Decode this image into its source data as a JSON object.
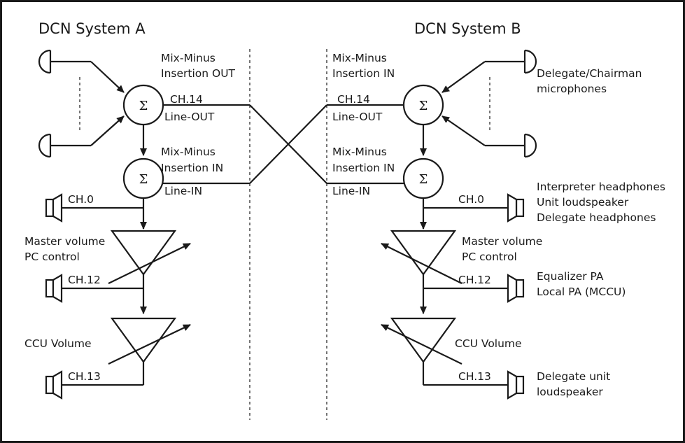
{
  "system_a": {
    "title": "DCN System A",
    "mixminus_out": [
      "Mix-Minus",
      "Insertion OUT"
    ],
    "ch14": "CH.14",
    "line_out": "Line-OUT",
    "mixminus_in": [
      "Mix-Minus",
      "Insertion IN"
    ],
    "line_in": "Line-IN",
    "ch0": "CH.0",
    "master_volume": [
      "Master volume",
      "PC control"
    ],
    "ch12": "CH.12",
    "ccu_volume": "CCU Volume",
    "ch13": "CH.13"
  },
  "system_b": {
    "title": "DCN System B",
    "mixminus_in_top": [
      "Mix-Minus",
      "Insertion IN"
    ],
    "ch14": "CH.14",
    "line_out": "Line-OUT",
    "mixminus_in": [
      "Mix-Minus",
      "Insertion IN"
    ],
    "line_in": "Line-IN",
    "ch0": "CH.0",
    "master_volume": [
      "Master volume",
      "PC control"
    ],
    "ch12": "CH.12",
    "ccu_volume": "CCU Volume",
    "ch13": "CH.13",
    "mic_desc": [
      "Delegate/Chairman",
      "microphones"
    ],
    "ch0_desc": [
      "Interpreter headphones",
      "Unit loudspeaker",
      "Delegate headphones"
    ],
    "ch12_desc": [
      "Equalizer PA",
      "Local PA (MCCU)"
    ],
    "ch13_desc": [
      "Delegate unit",
      "loudspeaker"
    ]
  },
  "summing_symbol": "Σ",
  "icons": {
    "microphone": "microphone-icon",
    "speaker": "speaker-icon",
    "amplifier": "amplifier-icon",
    "summing": "summing-node-icon"
  }
}
